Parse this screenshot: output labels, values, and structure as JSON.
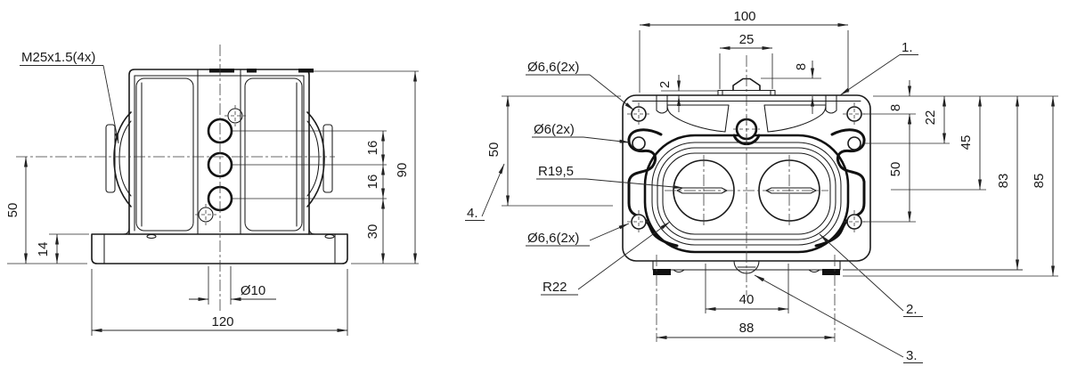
{
  "drawing": {
    "front_view": {
      "thread_label": "M25x1.5(4x)",
      "dims": {
        "center_height": "50",
        "base_height": "14",
        "base_width": "120",
        "hole_dia": "Ø10",
        "pitch_upper": "16",
        "pitch_lower": "16",
        "bottom_offset": "30",
        "overall_height": "90"
      }
    },
    "top_view": {
      "callouts": {
        "corner_holes_top": "Ø6,6(2x)",
        "pilot_holes": "Ø6(2x)",
        "inner_radius": "R19,5",
        "corner_holes_bottom": "Ø6,6(2x)",
        "outer_radius": "R22"
      },
      "position_numbers": {
        "p1": "1.",
        "p2": "2.",
        "p3": "3.",
        "p4": "4."
      },
      "dims": {
        "overall_width": "100",
        "boss_width": "25",
        "boss_step": "2",
        "tab_height": "8",
        "left_height": "50",
        "slot_spacing": "40",
        "foot_width": "88",
        "edge_to_hole": "8",
        "edge_to_pilot": "22",
        "edge_to_center": "45",
        "hole_spacing": "50",
        "body_depth": "83",
        "overall_depth": "85"
      }
    },
    "colors": {
      "line": "#1a1a1a",
      "background": "#ffffff"
    }
  }
}
